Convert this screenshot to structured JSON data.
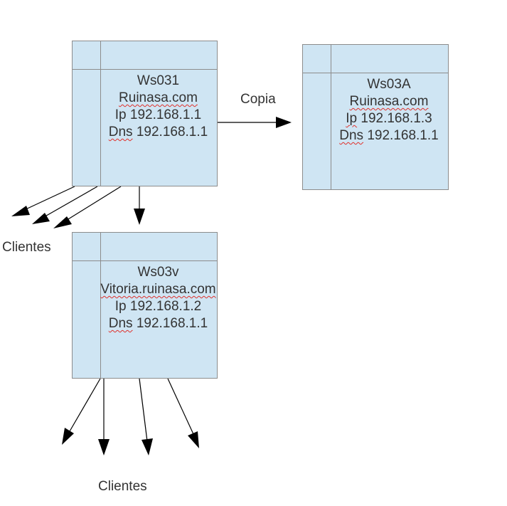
{
  "nodes": {
    "ws031": {
      "name": "Ws031",
      "domain": "Ruinasa.com",
      "ip_label": "Ip",
      "ip": "192.168.1.1",
      "dns_label": "Dns",
      "dns": "192.168.1.1"
    },
    "ws03a": {
      "name": "Ws03A",
      "domain": "Ruinasa.com",
      "ip_label": "Ip",
      "ip": "192.168.1.3",
      "dns_label": "Dns",
      "dns": "192.168.1.1"
    },
    "ws03v": {
      "name": "Ws03v",
      "domain": "Vitoria.ruinasa.com",
      "ip_label": "Ip",
      "ip": "192.168.1.2",
      "dns_label": "Dns",
      "dns": "192.168.1.1"
    }
  },
  "labels": {
    "copy": "Copia",
    "clients_top": "Clientes",
    "clients_bottom": "Clientes"
  },
  "colors": {
    "node_fill": "#cfe5f3",
    "node_border": "#8c8c8c",
    "arrow": "#000000",
    "spellcheck": "#e0302a"
  }
}
